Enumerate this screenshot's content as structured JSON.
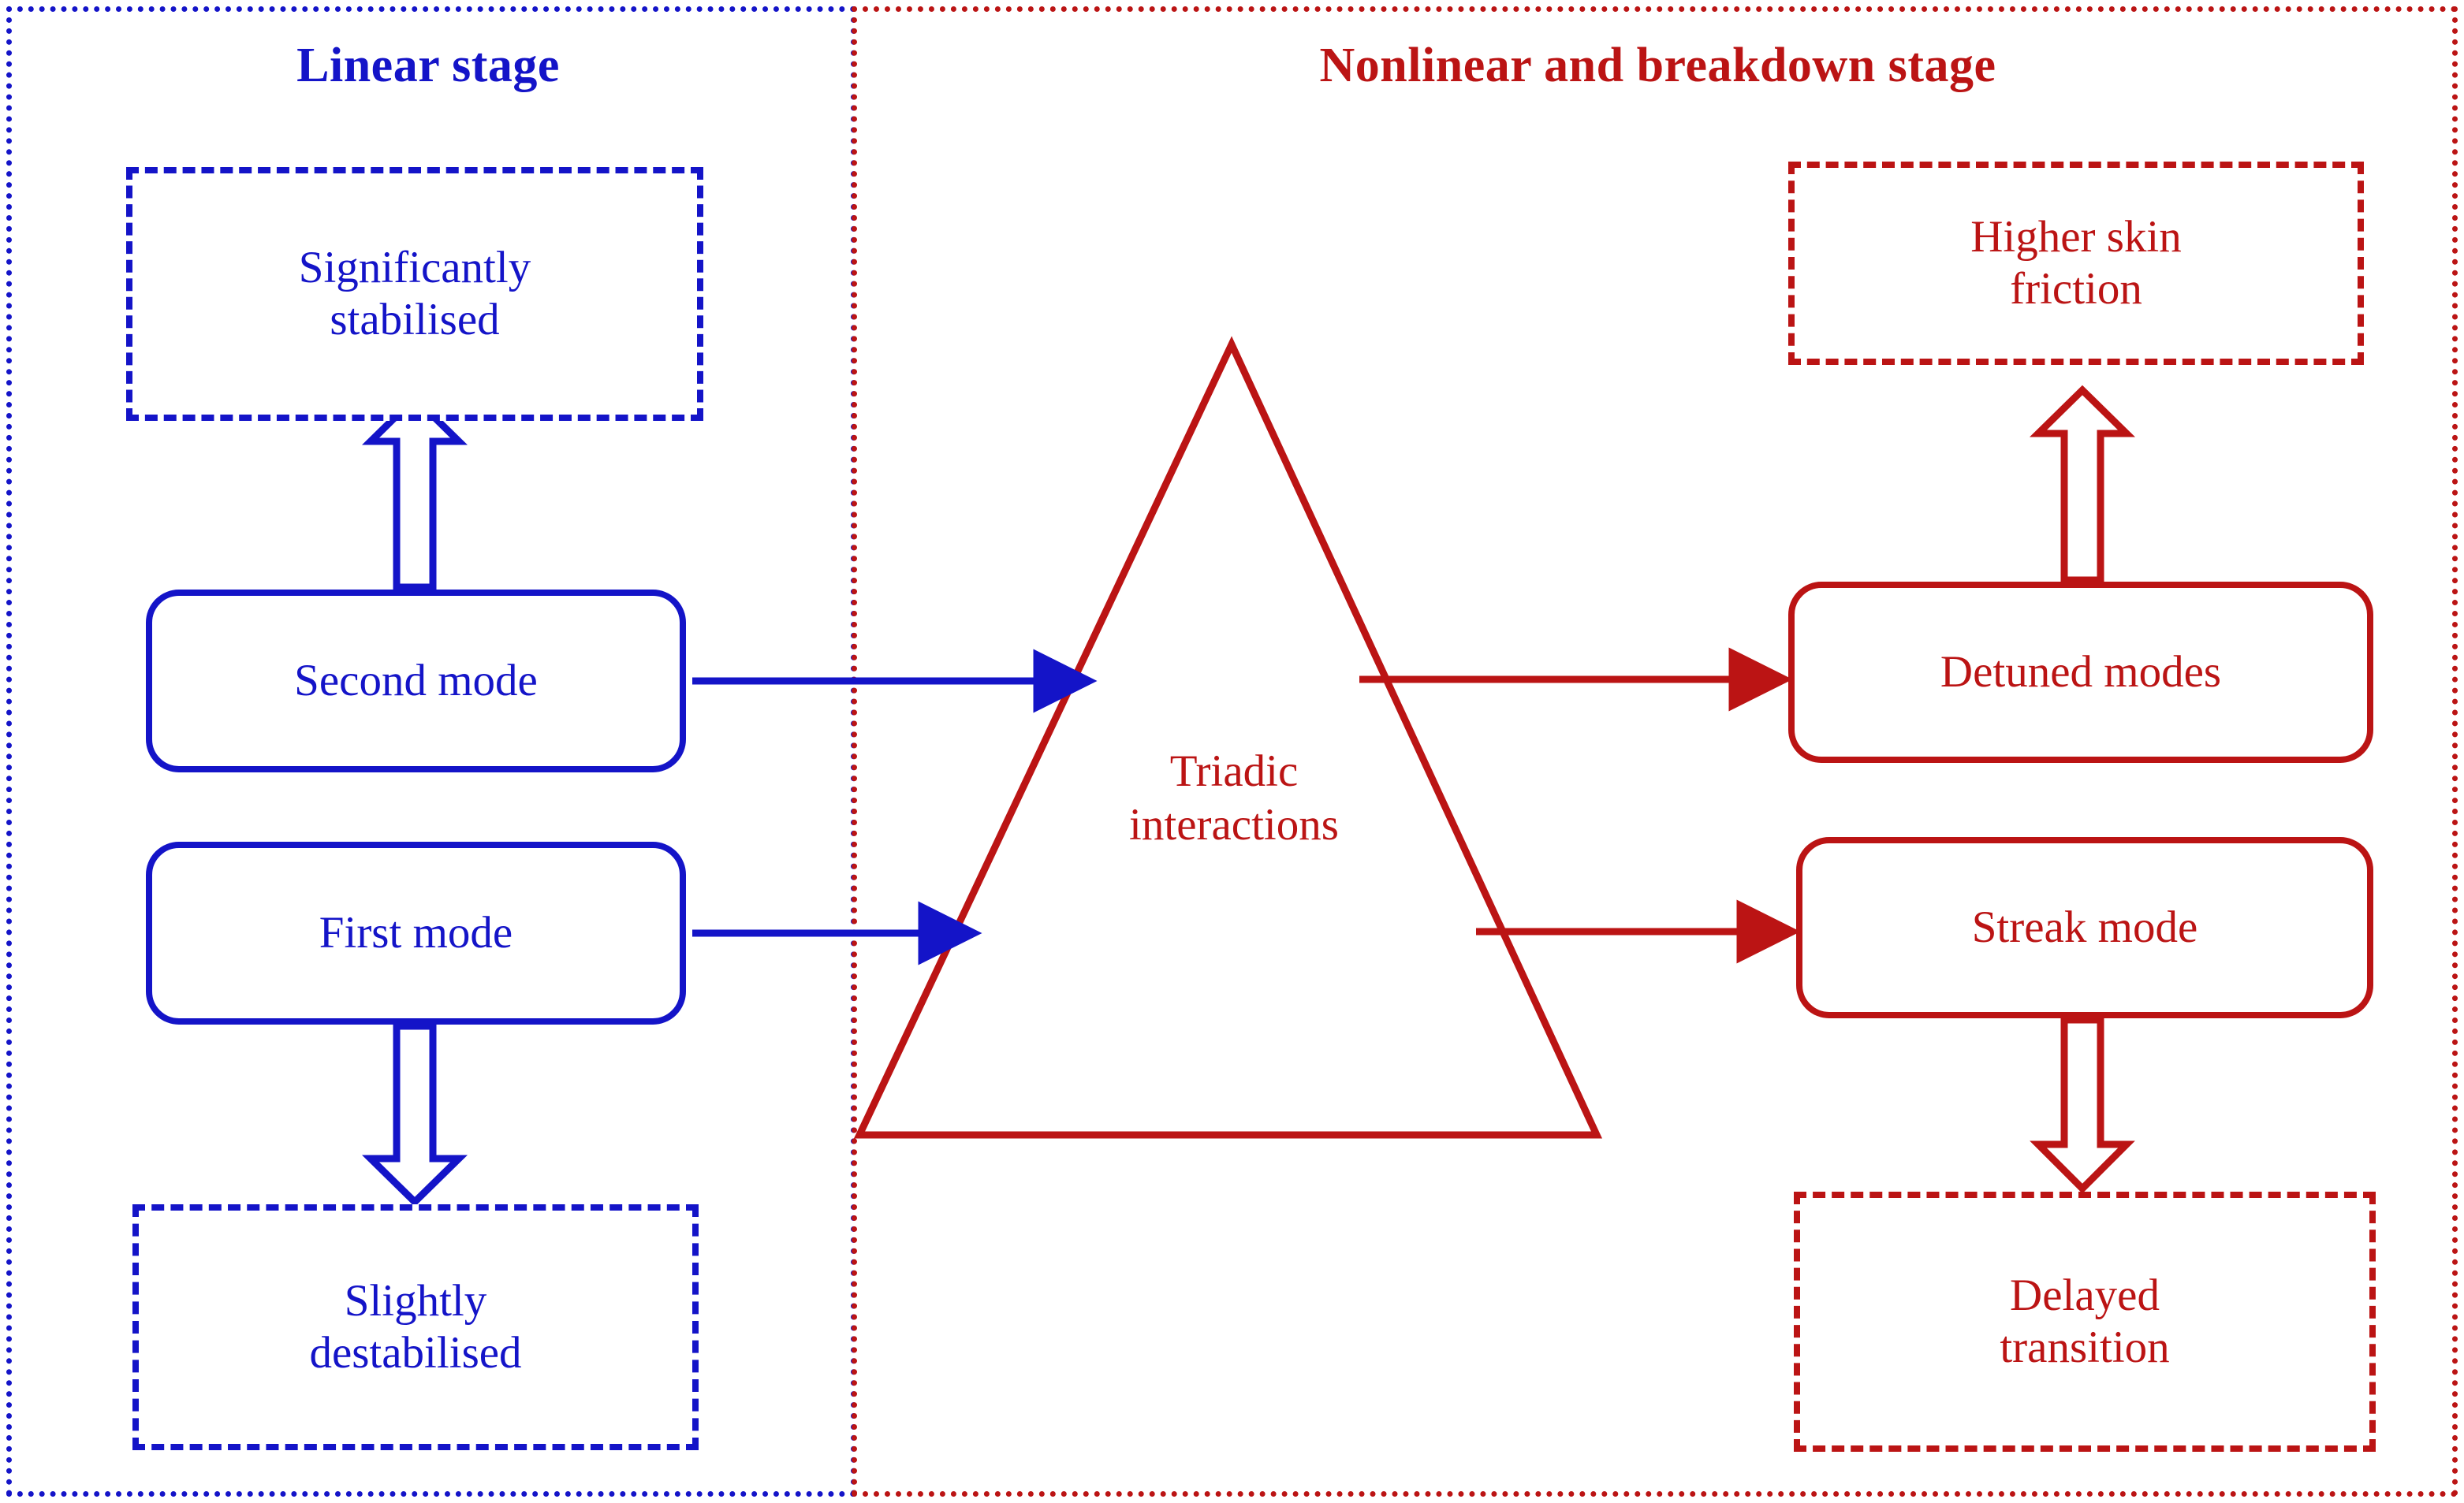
{
  "colors": {
    "blue": "#1414c8",
    "red": "#bb1414",
    "background": "#ffffff"
  },
  "panels": {
    "left": {
      "title": "Linear stage",
      "accent": "#1414c8",
      "border_style": "dotted"
    },
    "right": {
      "title": "Nonlinear and breakdown stage",
      "accent": "#bb1414",
      "border_style": "dotted"
    }
  },
  "nodes": {
    "significantly_stabilised": {
      "label": "Significantly stabilised",
      "line1": "Significantly",
      "line2": "stabilised",
      "shape": "dashed-rectangle",
      "color": "#1414c8"
    },
    "second_mode": {
      "label": "Second mode",
      "shape": "rounded-rectangle",
      "color": "#1414c8"
    },
    "first_mode": {
      "label": "First mode",
      "shape": "rounded-rectangle",
      "color": "#1414c8"
    },
    "slightly_destabilised": {
      "label": "Slightly destabilised",
      "line1": "Slightly",
      "line2": "destabilised",
      "shape": "dashed-rectangle",
      "color": "#1414c8"
    },
    "triadic_interactions": {
      "label": "Triadic interactions",
      "line1": "Triadic",
      "line2": "interactions",
      "shape": "triangle",
      "color": "#bb1414"
    },
    "detuned_modes": {
      "label": "Detuned modes",
      "shape": "rounded-rectangle",
      "color": "#bb1414"
    },
    "higher_skin_friction": {
      "label": "Higher skin friction",
      "line1": "Higher skin",
      "line2": "friction",
      "shape": "dashed-rectangle",
      "color": "#bb1414"
    },
    "streak_mode": {
      "label": "Streak mode",
      "shape": "rounded-rectangle",
      "color": "#bb1414"
    },
    "delayed_transition": {
      "label": "Delayed transition",
      "line1": "Delayed",
      "line2": "transition",
      "shape": "dashed-rectangle",
      "color": "#bb1414"
    }
  },
  "edges": [
    {
      "name": "second-mode-to-significantly-stabilised",
      "from": "second_mode",
      "to": "significantly_stabilised",
      "style": "hollow-block-arrow",
      "direction": "up",
      "color": "#1414c8"
    },
    {
      "name": "first-mode-to-slightly-destabilised",
      "from": "first_mode",
      "to": "slightly_destabilised",
      "style": "hollow-block-arrow",
      "direction": "down",
      "color": "#1414c8"
    },
    {
      "name": "second-mode-to-triadic",
      "from": "second_mode",
      "to": "triadic_interactions",
      "style": "solid-arrow",
      "direction": "right",
      "color": "#1414c8"
    },
    {
      "name": "first-mode-to-triadic",
      "from": "first_mode",
      "to": "triadic_interactions",
      "style": "solid-arrow",
      "direction": "right",
      "color": "#1414c8"
    },
    {
      "name": "triadic-to-detuned-modes",
      "from": "triadic_interactions",
      "to": "detuned_modes",
      "style": "solid-arrow",
      "direction": "right",
      "color": "#bb1414"
    },
    {
      "name": "triadic-to-streak-mode",
      "from": "triadic_interactions",
      "to": "streak_mode",
      "style": "solid-arrow",
      "direction": "right",
      "color": "#bb1414"
    },
    {
      "name": "detuned-modes-to-higher-skin-friction",
      "from": "detuned_modes",
      "to": "higher_skin_friction",
      "style": "hollow-block-arrow",
      "direction": "up",
      "color": "#bb1414"
    },
    {
      "name": "streak-mode-to-delayed-transition",
      "from": "streak_mode",
      "to": "delayed_transition",
      "style": "hollow-block-arrow",
      "direction": "down",
      "color": "#bb1414"
    }
  ]
}
